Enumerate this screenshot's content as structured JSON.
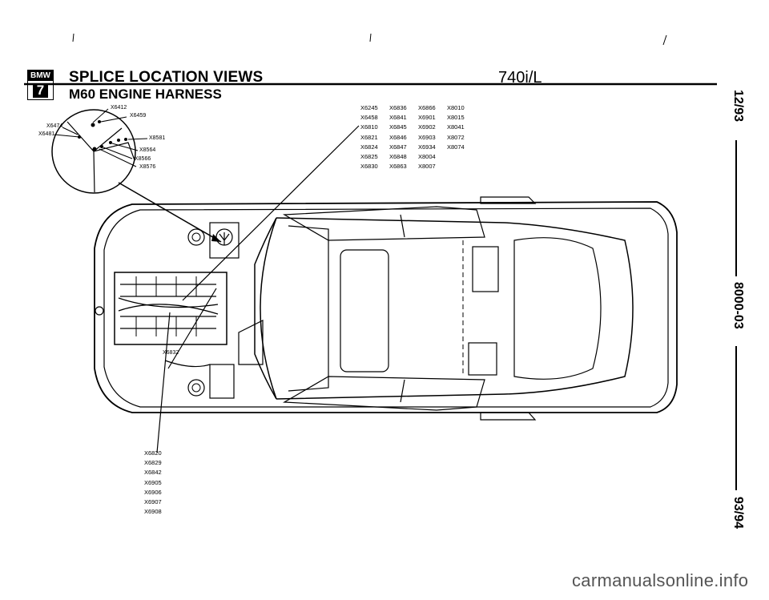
{
  "header": {
    "logo_top": "BMW",
    "logo_bottom": "7",
    "title": "SPLICE LOCATION VIEWS",
    "model": "740i/L",
    "subtitle": "M60 ENGINE HARNESS"
  },
  "margin": {
    "date": "12/93",
    "doc_number": "8000-03",
    "year": "93/94"
  },
  "detail_labels": {
    "x6412": "X6412",
    "x6459": "X6459",
    "x6474": "X6474",
    "x6481": "X6481",
    "x8581": "X8581",
    "x8564": "X8564",
    "x8566": "X8566",
    "x8576": "X8576"
  },
  "splice_columns": [
    [
      "X6245",
      "X6458",
      "X6810",
      "X6821",
      "X6824",
      "X6825",
      "X6830"
    ],
    [
      "X6836",
      "X6841",
      "X6845",
      "X6846",
      "X6847",
      "X6848",
      "X6863"
    ],
    [
      "X6866",
      "X6901",
      "X6902",
      "X6903",
      "X6934",
      "X8004",
      "X8007"
    ],
    [
      "X8010",
      "X8015",
      "X8041",
      "X8072",
      "X8074"
    ]
  ],
  "engine_label": "X6832",
  "bottom_list": [
    "X6820",
    "X6829",
    "X6842",
    "X6905",
    "X6906",
    "X6907",
    "X6908"
  ],
  "watermark": "carmanualsonline.info"
}
